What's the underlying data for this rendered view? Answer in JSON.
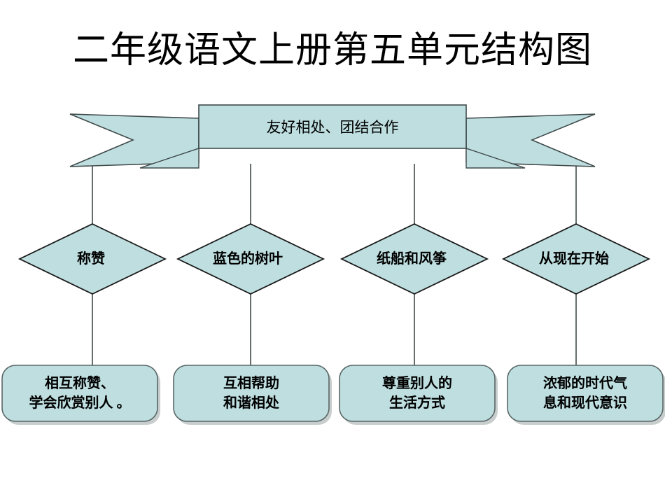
{
  "page": {
    "title": "二年级语文上册第五单元结构图",
    "background_color": "#FFFFFF"
  },
  "theme": {
    "shape_fill": "#BEDEE0",
    "shape_stroke": "#3F4A4A",
    "connector_color": "#3F4A4A",
    "text_color": "#000000",
    "shadow_color": "#9AA6A6"
  },
  "banner": {
    "name": "友好相处、团结合作",
    "label": "友好相处、团结合作"
  },
  "diamonds": [
    {
      "id": "cheng-zan",
      "label": "称赞"
    },
    {
      "id": "lan-se-de-shu-ye",
      "label": "蓝色的树叶"
    },
    {
      "id": "zhi-chuan-he-feng-zheng",
      "label": "纸船和风筝"
    },
    {
      "id": "cong-xian-zai-kai-shi",
      "label": "从现在开始"
    }
  ],
  "boxes": [
    {
      "id": "box-1",
      "line1": "相互称赞、",
      "line2": "学会欣赏别人 。",
      "label": "相互称赞、\n学会欣赏别人 。"
    },
    {
      "id": "box-2",
      "line1": "互相帮助",
      "line2": "和谐相处",
      "label": "互相帮助\n和谐相处"
    },
    {
      "id": "box-3",
      "line1": "尊重别人的",
      "line2": "生活方式",
      "label": "尊重别人的\n生活方式"
    },
    {
      "id": "box-4",
      "line1": "浓郁的时代气",
      "line2": "息和现代意识",
      "label": "浓郁的时代气\n息和现代意识"
    }
  ],
  "connectors": [
    {
      "from": "banner",
      "to": "cheng-zan"
    },
    {
      "from": "banner",
      "to": "lan-se-de-shu-ye"
    },
    {
      "from": "banner",
      "to": "zhi-chuan-he-feng-zheng"
    },
    {
      "from": "banner",
      "to": "cong-xian-zai-kai-shi"
    },
    {
      "from": "cheng-zan",
      "to": "box-1"
    },
    {
      "from": "lan-se-de-shu-ye",
      "to": "box-2"
    },
    {
      "from": "zhi-chuan-he-feng-zheng",
      "to": "box-3"
    },
    {
      "from": "cong-xian-zai-kai-shi",
      "to": "box-4"
    }
  ]
}
